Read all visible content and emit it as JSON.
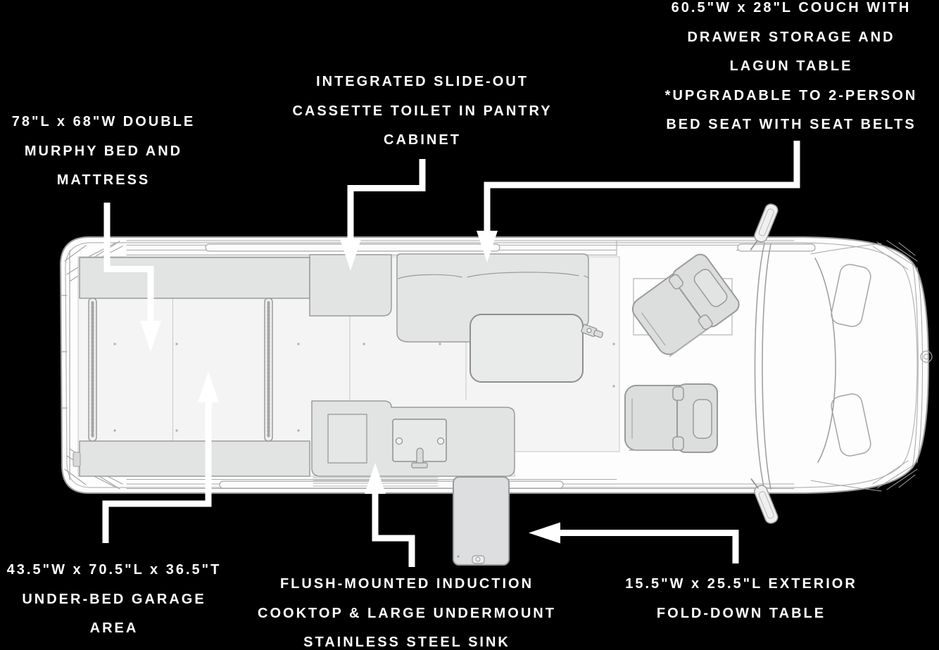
{
  "diagram": {
    "title": "camper-van-floor-plan-top-view",
    "colors": {
      "background": "#000000",
      "label_text": "#ffffff",
      "arrow": "#ffffff",
      "van_outline": "#9b9b9b",
      "furniture_fill": "#e2e3e3",
      "floor_fill": "#f4f4f5",
      "cab_fill": "#fdfdfd"
    }
  },
  "callouts": {
    "murphy_bed": {
      "lines": [
        "78\"L x 68\"W DOUBLE",
        "MURPHY BED AND",
        "MATTRESS"
      ]
    },
    "cassette_toilet": {
      "lines": [
        "INTEGRATED SLIDE-OUT",
        "CASSETTE TOILET IN PANTRY",
        "CABINET"
      ]
    },
    "couch": {
      "lines": [
        "60.5\"W x 28\"L COUCH WITH",
        "DRAWER STORAGE AND",
        "LAGUN TABLE",
        "*UPGRADABLE TO 2-PERSON",
        "BED SEAT WITH SEAT BELTS"
      ]
    },
    "garage": {
      "lines": [
        "43.5\"W x 70.5\"L x 36.5\"T",
        "UNDER-BED GARAGE",
        "AREA"
      ]
    },
    "cooktop_sink": {
      "lines": [
        "FLUSH-MOUNTED INDUCTION",
        "COOKTOP & LARGE UNDERMOUNT",
        "STAINLESS STEEL SINK"
      ]
    },
    "exterior_table": {
      "lines": [
        "15.5\"W x 25.5\"L EXTERIOR",
        "FOLD-DOWN TABLE"
      ]
    }
  }
}
